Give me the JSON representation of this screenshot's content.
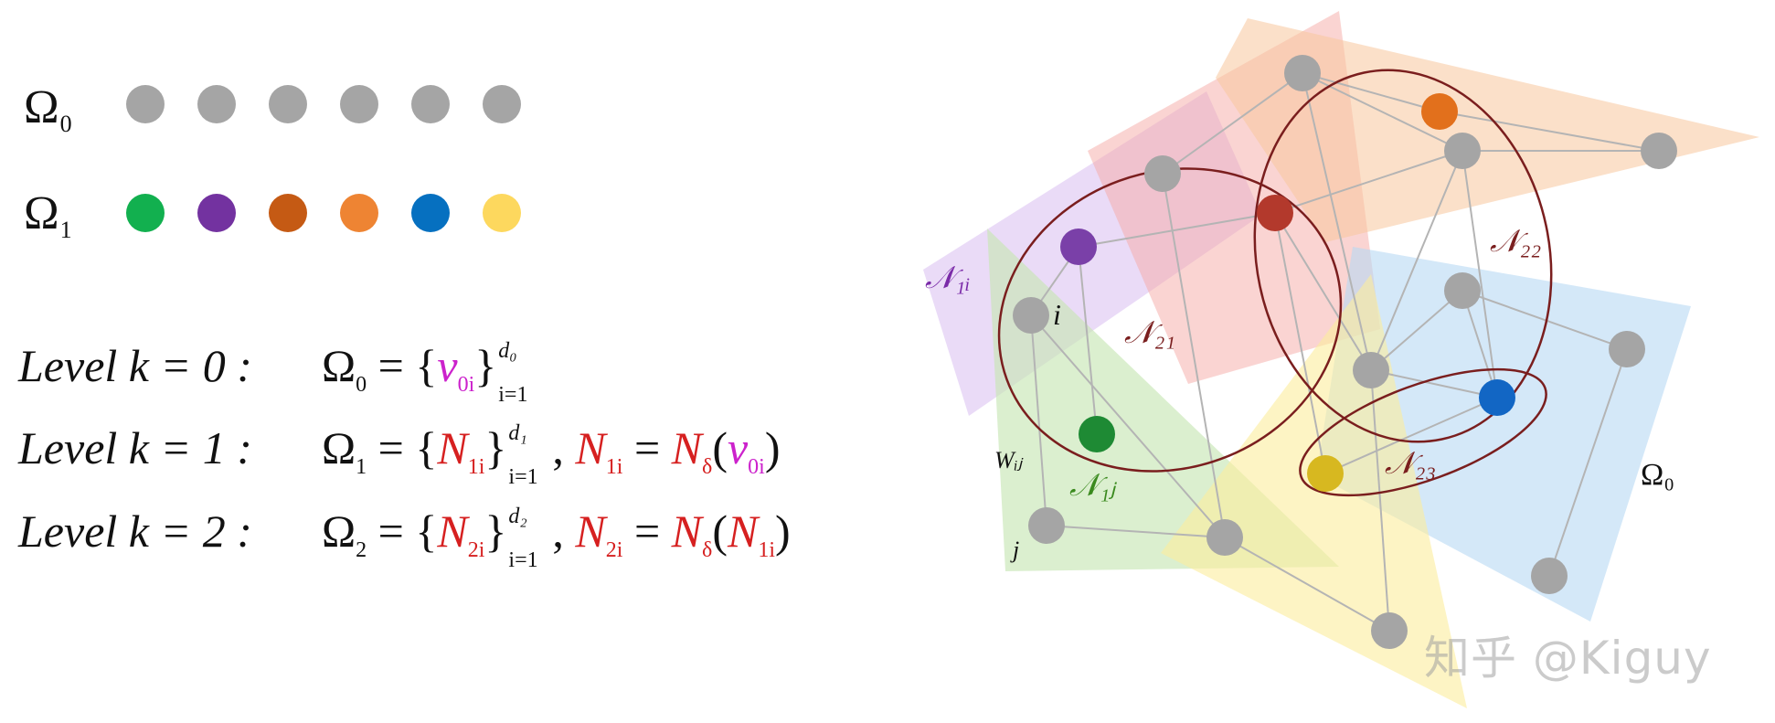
{
  "omega_rows": [
    {
      "label": "Ω",
      "subscript": "0",
      "dot_colors": [
        "#a5a5a5",
        "#a5a5a5",
        "#a5a5a5",
        "#a5a5a5",
        "#a5a5a5",
        "#a5a5a5"
      ]
    },
    {
      "label": "Ω",
      "subscript": "1",
      "dot_colors": [
        "#12b04f",
        "#7332a0",
        "#c55a14",
        "#ee8433",
        "#0670c0",
        "#fdd85e"
      ]
    }
  ],
  "levels": [
    {
      "label": "Level k = 0 :"
    },
    {
      "label": "Level k = 1 :"
    },
    {
      "label": "Level k = 2 :"
    }
  ],
  "formulas": {
    "omega": "Ω",
    "sub0": "0",
    "sub1": "1",
    "sub2": "2",
    "eq": "=",
    "lbrace": "{",
    "rbrace": "}",
    "v": "v",
    "v_sub": "0i",
    "N": "N",
    "n1i_sub": "1i",
    "n2i_sub": "2i",
    "d0": "d₀",
    "d1": "d₁",
    "d2": "d₂",
    "range": "i=1",
    "comma": ",",
    "delta": "δ",
    "lparen": "(",
    "rparen": ")"
  },
  "diagram_labels": {
    "n1i": "𝒩₁ᵢ",
    "n21": "𝒩₂₁",
    "n22": "𝒩₂₂",
    "n23": "𝒩₂₃",
    "n1j": "𝒩₁ⱼ",
    "wij": "Wᵢⱼ",
    "i": "i",
    "j": "j",
    "omega0": "Ω₀"
  },
  "watermark": "知乎 @Kiguy",
  "colors": {
    "gray_node": "#a5a5a5",
    "region_purple": "#d9bdf0",
    "region_red": "#f6a9a6",
    "region_orange": "#f8c79c",
    "region_green": "#c7e6b6",
    "region_yellow": "#fbec9c",
    "region_blue": "#b7d8f4",
    "ellipse": "#7a1e1e"
  }
}
